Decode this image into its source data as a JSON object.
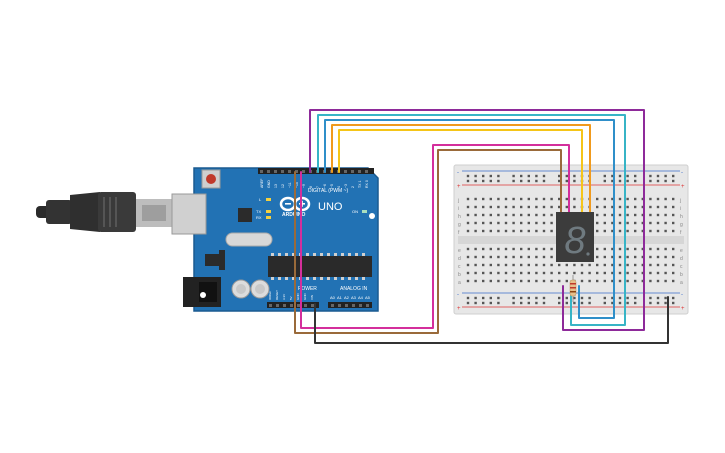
{
  "arduino": {
    "logo_text": "ARDUINO",
    "model": "UNO",
    "digital_header_label": "DIGITAL (PWM ~)",
    "power_label": "POWER",
    "analog_label": "ANALOG IN",
    "on_label": "ON",
    "led_l": "L",
    "led_tx": "TX",
    "led_rx": "RX",
    "analog_pins": [
      "A0",
      "A1",
      "A2",
      "A3",
      "A4",
      "A5"
    ],
    "digital_pins": [
      "AREF",
      "GND",
      "13",
      "12",
      "~11",
      "~10",
      "~9",
      "8",
      "7",
      "~6",
      "~5",
      "4",
      "~3",
      "2",
      "TX 1",
      "RX 0"
    ],
    "power_pins": [
      "IOREF",
      "RESET",
      "3.3V",
      "5V",
      "GND",
      "GND",
      "VIN"
    ]
  },
  "breadboard": {
    "row_letters_top": [
      "j",
      "i",
      "h",
      "g",
      "f"
    ],
    "row_letters_bottom": [
      "e",
      "d",
      "c",
      "b",
      "a"
    ],
    "rail_plus": "+",
    "rail_minus": "-"
  },
  "display": {
    "digit": "8"
  },
  "colors": {
    "board": "#2272b4",
    "board_edge": "#1a5a90",
    "wire_purple": "#8e2a9a",
    "wire_teal": "#37b4c6",
    "wire_blue": "#2f8fc9",
    "wire_orange": "#f09a1d",
    "wire_yellow": "#f5c518",
    "wire_magenta": "#d42f9c",
    "wire_brown": "#9a6a3a",
    "wire_black": "#333333",
    "breadboard": "#e7e7e7",
    "rail_red": "#d33",
    "rail_blue": "#3a6cc8",
    "display_body": "#3c3c3c",
    "segment": "#6f7a80"
  }
}
